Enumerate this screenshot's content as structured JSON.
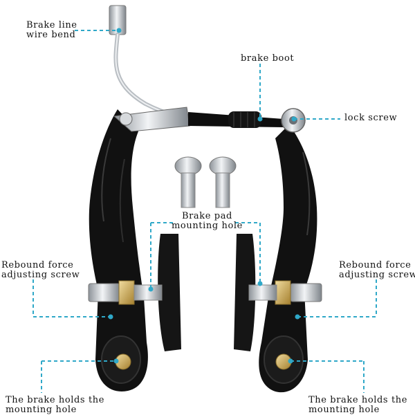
{
  "palette": {
    "background": "#ffffff",
    "callout": "#2fa8c8",
    "arm": "#101010",
    "pad": "#141414",
    "metal": "#c8ccd0",
    "brass": "#c9a24b"
  },
  "labels": {
    "wire_bend": [
      "Brake line",
      "wire bend"
    ],
    "brake_boot": "brake boot",
    "lock_screw": "lock screw",
    "pad_hole": [
      "Brake pad",
      "mounting hole"
    ],
    "rebound_left": [
      "Rebound force",
      "adjusting screw"
    ],
    "rebound_right": [
      "Rebound force",
      "adjusting screw"
    ],
    "holds_left": [
      "The brake holds the",
      "mounting hole"
    ],
    "holds_right": [
      "The brake holds the",
      "mounting hole"
    ]
  }
}
